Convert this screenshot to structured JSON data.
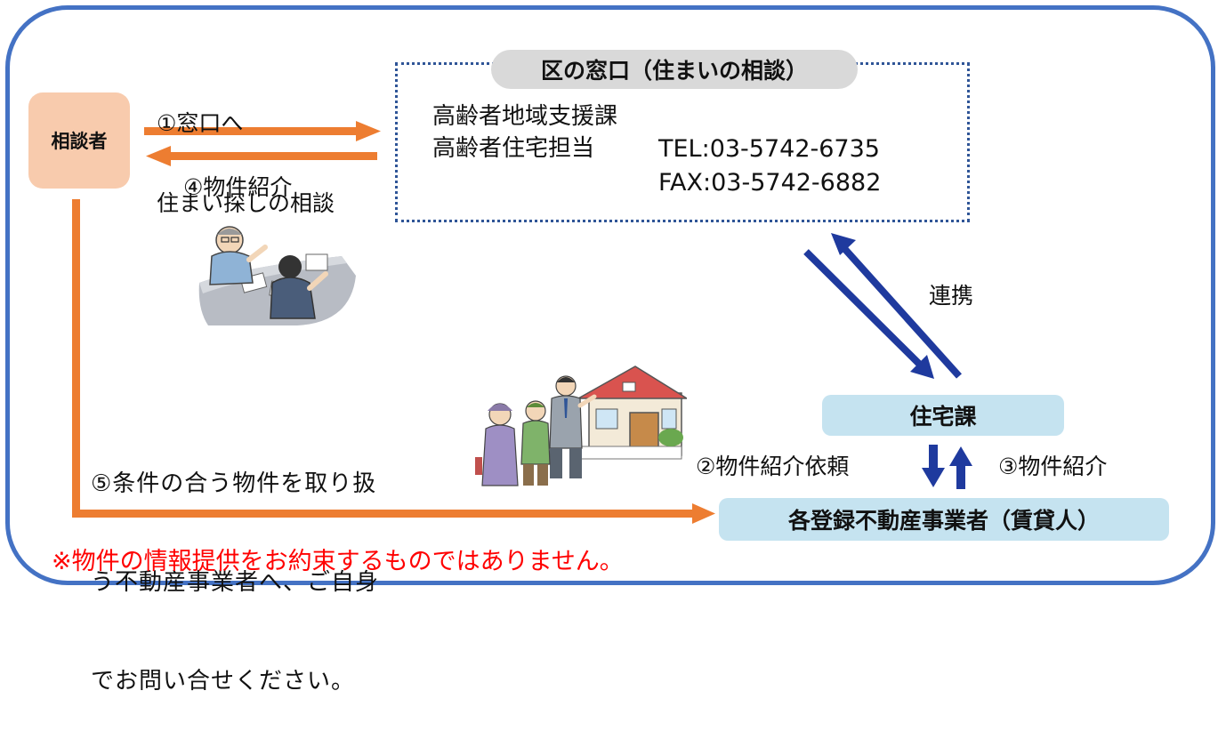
{
  "consultor": {
    "label": "相談者"
  },
  "step1": {
    "line1": "①窓口へ",
    "line2": "住まい探しの相談"
  },
  "step4": {
    "label": "④物件紹介"
  },
  "ward_window": {
    "title": "区の窓口（住まいの相談）",
    "dept": "高齢者地域支援課",
    "person": "高齢者住宅担当",
    "tel": "TEL:03-5742-6735",
    "fax": "FAX:03-5742-6882"
  },
  "cooperation": {
    "label": "連携"
  },
  "housing_section": {
    "label": "住宅課"
  },
  "step2": {
    "label": "②物件紹介依頼"
  },
  "step3": {
    "label": "③物件紹介"
  },
  "agents": {
    "label": "各登録不動産事業者（賃貸人）"
  },
  "step5": {
    "line1": "⑤条件の合う物件を取り扱",
    "line2": "う不動産事業者へ、ご自身",
    "line3": "でお問い合せください。"
  },
  "note": {
    "text": "※物件の情報提供をお約束するものではありません。"
  },
  "colors": {
    "frame": "#4472c4",
    "orange_arrow": "#ed7d31",
    "navy_arrow": "#1f3a9e",
    "consultor_bg": "#f8cbad",
    "pill_blue": "#c5e3f0",
    "note": "#ff0000"
  },
  "icons": {
    "illustration_consultation": "consultation-illustration",
    "illustration_house_visit": "house-visit-illustration"
  }
}
